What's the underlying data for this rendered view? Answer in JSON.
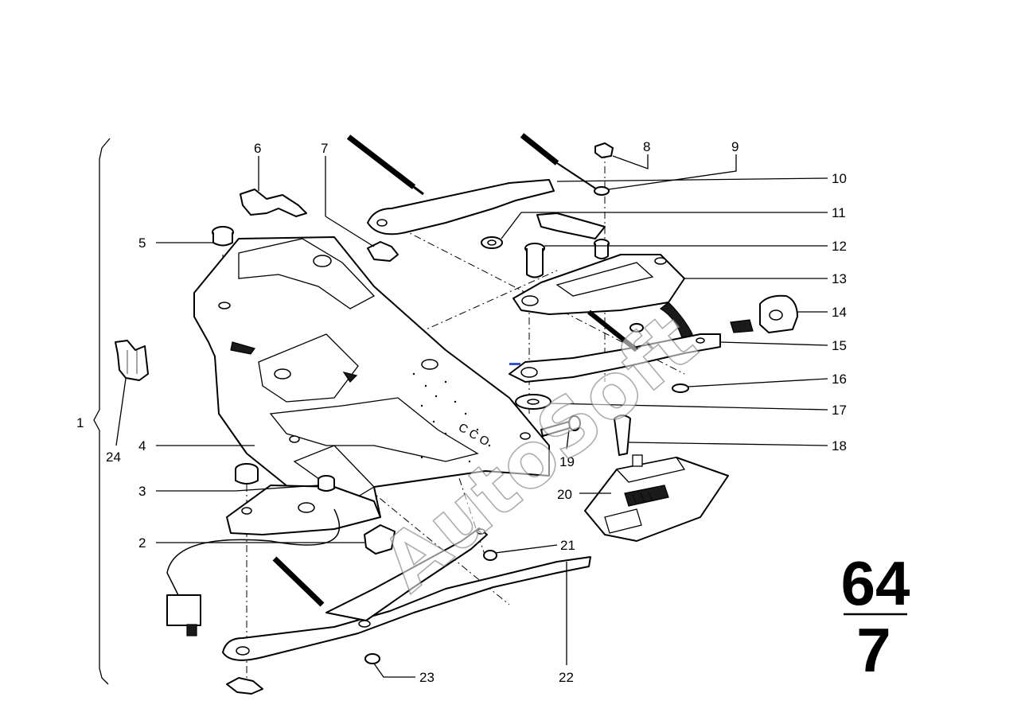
{
  "diagram": {
    "callouts": [
      {
        "id": "1",
        "label": "1"
      },
      {
        "id": "2",
        "label": "2"
      },
      {
        "id": "3",
        "label": "3"
      },
      {
        "id": "4",
        "label": "4"
      },
      {
        "id": "5",
        "label": "5"
      },
      {
        "id": "6",
        "label": "6"
      },
      {
        "id": "7",
        "label": "7"
      },
      {
        "id": "8",
        "label": "8"
      },
      {
        "id": "9",
        "label": "9"
      },
      {
        "id": "10",
        "label": "10"
      },
      {
        "id": "11",
        "label": "11"
      },
      {
        "id": "12",
        "label": "12"
      },
      {
        "id": "13",
        "label": "13"
      },
      {
        "id": "14",
        "label": "14"
      },
      {
        "id": "15",
        "label": "15"
      },
      {
        "id": "16",
        "label": "16"
      },
      {
        "id": "17",
        "label": "17"
      },
      {
        "id": "18",
        "label": "18"
      },
      {
        "id": "19",
        "label": "19"
      },
      {
        "id": "20",
        "label": "20"
      },
      {
        "id": "21",
        "label": "21"
      },
      {
        "id": "22",
        "label": "22"
      },
      {
        "id": "23",
        "label": "23"
      },
      {
        "id": "24",
        "label": "24"
      }
    ],
    "group_code": {
      "main": "64",
      "sub": "7"
    },
    "watermark": "AutoSoft",
    "colors": {
      "ink": "#000000",
      "paper": "#ffffff",
      "watermark_stroke": "#777777",
      "accent_mark": "#3355cc"
    }
  }
}
